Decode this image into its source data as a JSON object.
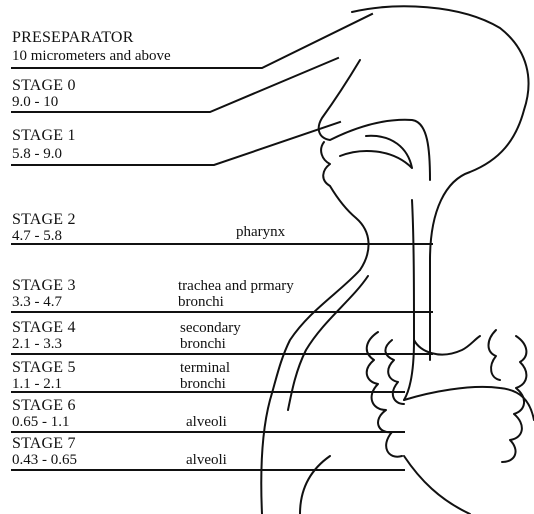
{
  "diagram": {
    "stages": [
      {
        "id": "preseparator",
        "name": "PRESEPARATOR",
        "range": "10 micrometers and above",
        "region": ""
      },
      {
        "id": "stage-0",
        "name": "STAGE 0",
        "range": "9.0 - 10",
        "region": ""
      },
      {
        "id": "stage-1",
        "name": "STAGE 1",
        "range": "5.8 - 9.0",
        "region": ""
      },
      {
        "id": "stage-2",
        "name": "STAGE 2",
        "range": "4.7 - 5.8",
        "region": "pharynx"
      },
      {
        "id": "stage-3",
        "name": "STAGE 3",
        "range": "3.3 - 4.7",
        "region": "trachea and prmary",
        "region2": "bronchi"
      },
      {
        "id": "stage-4",
        "name": "STAGE 4",
        "range": "2.1 - 3.3",
        "region": "secondary",
        "region2": "bronchi"
      },
      {
        "id": "stage-5",
        "name": "STAGE 5",
        "range": "1.1 - 2.1",
        "region": "terminal",
        "region2": "bronchi"
      },
      {
        "id": "stage-6",
        "name": "STAGE 6",
        "range": "0.65 - 1.1",
        "region": "alveoli"
      },
      {
        "id": "stage-7",
        "name": "STAGE 7",
        "range": "0.43 - 0.65",
        "region": "alveoli"
      }
    ]
  },
  "colors": {
    "ink": "#111111",
    "background": "#ffffff"
  }
}
